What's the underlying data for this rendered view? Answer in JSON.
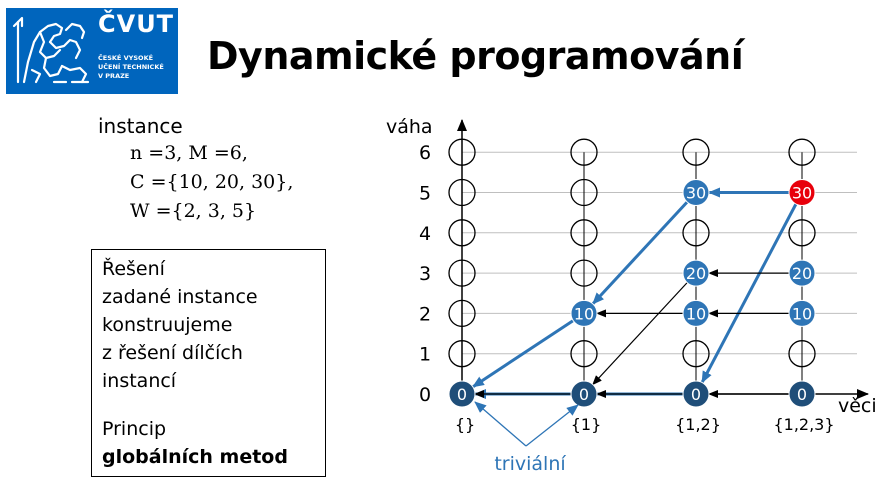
{
  "logo": {
    "name": "ČVUT",
    "sub_lines": [
      "ČESKÉ VYSOKÉ",
      "UČENÍ TECHNICKÉ",
      "V PRAZE"
    ]
  },
  "title": "Dynamické programování",
  "instance": {
    "label": "instance",
    "lines": [
      "n =3, M =6,",
      "C ={10, 20, 30},",
      "W ={2, 3, 5}"
    ]
  },
  "solution_box": {
    "lines": [
      "Řešení",
      "zadané instance",
      "konstruujeme",
      "z řešení dílčích",
      "instancí"
    ],
    "principle_label": "Princip",
    "principle_bold": "globálních metod"
  },
  "diagram": {
    "y_axis_label": "váha",
    "x_axis_label": "věci",
    "y_ticks": [
      "0",
      "1",
      "2",
      "3",
      "4",
      "5",
      "6"
    ],
    "x_ticks": [
      "{}",
      "{1}",
      "{1,2}",
      "{1,2,3}"
    ],
    "trivial_label": "triviální",
    "colors": {
      "blue": "#2e75b6",
      "dark_blue": "#1f4e79",
      "red": "#e8000b"
    },
    "filled_nodes": [
      {
        "col": 0,
        "row": 0,
        "value": "0",
        "fill": "dark"
      },
      {
        "col": 1,
        "row": 0,
        "value": "0",
        "fill": "dark"
      },
      {
        "col": 2,
        "row": 0,
        "value": "0",
        "fill": "dark"
      },
      {
        "col": 3,
        "row": 0,
        "value": "0",
        "fill": "dark"
      },
      {
        "col": 1,
        "row": 2,
        "value": "10",
        "fill": "blue"
      },
      {
        "col": 2,
        "row": 2,
        "value": "10",
        "fill": "blue"
      },
      {
        "col": 3,
        "row": 2,
        "value": "10",
        "fill": "blue"
      },
      {
        "col": 2,
        "row": 3,
        "value": "20",
        "fill": "blue"
      },
      {
        "col": 3,
        "row": 3,
        "value": "20",
        "fill": "blue"
      },
      {
        "col": 2,
        "row": 5,
        "value": "30",
        "fill": "blue"
      },
      {
        "col": 3,
        "row": 5,
        "value": "30",
        "fill": "red"
      }
    ],
    "arrows": [
      {
        "from": [
          3,
          5
        ],
        "to": [
          2,
          5
        ],
        "style": "thick"
      },
      {
        "from": [
          2,
          5
        ],
        "to": [
          1,
          2
        ],
        "style": "thick"
      },
      {
        "from": [
          1,
          2
        ],
        "to": [
          0,
          0
        ],
        "style": "thick"
      },
      {
        "from": [
          3,
          5
        ],
        "to": [
          2,
          0
        ],
        "style": "thick"
      },
      {
        "from": [
          2,
          0
        ],
        "to": [
          0,
          0
        ],
        "style": "thick"
      },
      {
        "from": [
          3,
          3
        ],
        "to": [
          2,
          3
        ],
        "style": "thin"
      },
      {
        "from": [
          3,
          2
        ],
        "to": [
          2,
          2
        ],
        "style": "thin"
      },
      {
        "from": [
          2,
          3
        ],
        "to": [
          1,
          0
        ],
        "style": "thin"
      },
      {
        "from": [
          2,
          2
        ],
        "to": [
          1,
          2
        ],
        "style": "thin"
      },
      {
        "from": [
          3,
          0
        ],
        "to": [
          2,
          0
        ],
        "style": "thin"
      },
      {
        "from": [
          2,
          0
        ],
        "to": [
          1,
          0
        ],
        "style": "thin"
      },
      {
        "from": [
          1,
          0
        ],
        "to": [
          0,
          0
        ],
        "style": "thin"
      }
    ]
  }
}
